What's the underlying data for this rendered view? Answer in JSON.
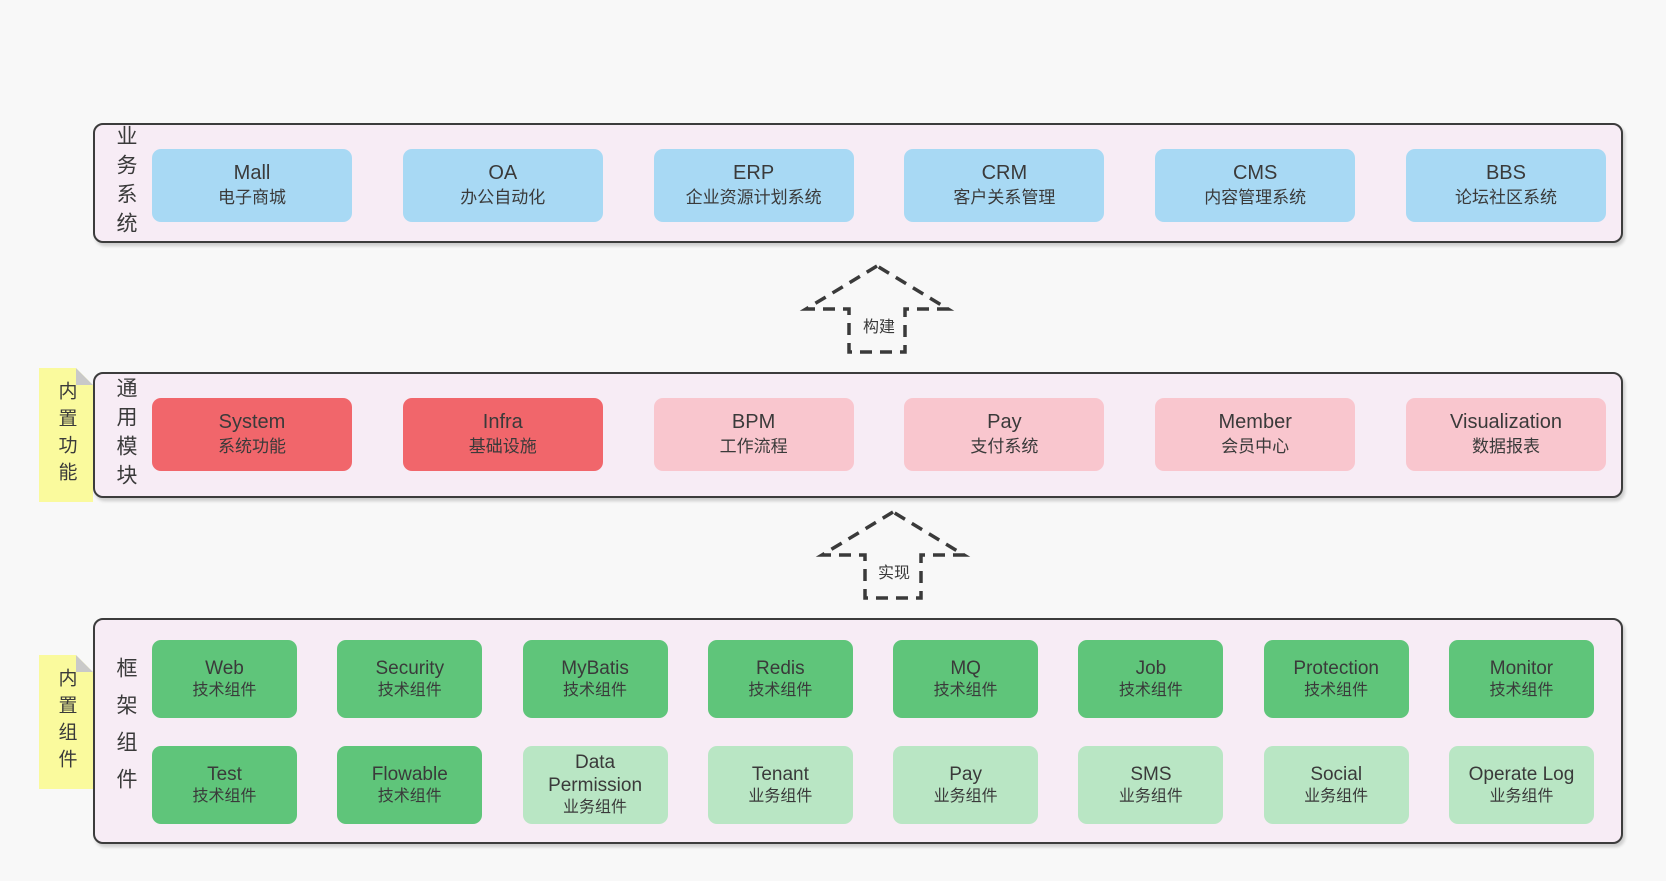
{
  "palette": {
    "blue": "#a8d9f4",
    "red": "#f1666b",
    "pink": "#f9c6ce",
    "green": "#5fc57a",
    "green_light": "#b9e6c4",
    "band_bg": "#f7ecf5",
    "border": "#3c3c3c",
    "sticky_yellow": "#fafa9d",
    "sticky_fold": "#c9c9c9",
    "page_bg": "#f8f8f8",
    "text": "#3a3a3a"
  },
  "arrows": [
    {
      "label": "构建"
    },
    {
      "label": "实现"
    }
  ],
  "layers": {
    "business": {
      "label": "业务系统",
      "boxes": [
        {
          "name": "Mall",
          "desc": "电子商城",
          "variant": "blue"
        },
        {
          "name": "OA",
          "desc": "办公自动化",
          "variant": "blue"
        },
        {
          "name": "ERP",
          "desc": "企业资源计划系统",
          "variant": "blue"
        },
        {
          "name": "CRM",
          "desc": "客户关系管理",
          "variant": "blue"
        },
        {
          "name": "CMS",
          "desc": "内容管理系统",
          "variant": "blue"
        },
        {
          "name": "BBS",
          "desc": "论坛社区系统",
          "variant": "blue"
        }
      ]
    },
    "modules": {
      "label": "通用模块",
      "sticky": "内置功能",
      "boxes": [
        {
          "name": "System",
          "desc": "系统功能",
          "variant": "red"
        },
        {
          "name": "Infra",
          "desc": "基础设施",
          "variant": "red"
        },
        {
          "name": "BPM",
          "desc": "工作流程",
          "variant": "pink"
        },
        {
          "name": "Pay",
          "desc": "支付系统",
          "variant": "pink"
        },
        {
          "name": "Member",
          "desc": "会员中心",
          "variant": "pink"
        },
        {
          "name": "Visualization",
          "desc": "数据报表",
          "variant": "pink"
        }
      ]
    },
    "components": {
      "label": "框架组件",
      "sticky": "内置组件",
      "row1": [
        {
          "name": "Web",
          "desc": "技术组件",
          "variant": "green"
        },
        {
          "name": "Security",
          "desc": "技术组件",
          "variant": "green"
        },
        {
          "name": "MyBatis",
          "desc": "技术组件",
          "variant": "green"
        },
        {
          "name": "Redis",
          "desc": "技术组件",
          "variant": "green"
        },
        {
          "name": "MQ",
          "desc": "技术组件",
          "variant": "green"
        },
        {
          "name": "Job",
          "desc": "技术组件",
          "variant": "green"
        },
        {
          "name": "Protection",
          "desc": "技术组件",
          "variant": "green"
        },
        {
          "name": "Monitor",
          "desc": "技术组件",
          "variant": "green"
        }
      ],
      "row2": [
        {
          "name": "Test",
          "desc": "技术组件",
          "variant": "green"
        },
        {
          "name": "Flowable",
          "desc": "技术组件",
          "variant": "green"
        },
        {
          "name": "Data Permission",
          "desc": "业务组件",
          "variant": "green_light"
        },
        {
          "name": "Tenant",
          "desc": "业务组件",
          "variant": "green_light"
        },
        {
          "name": "Pay",
          "desc": "业务组件",
          "variant": "green_light"
        },
        {
          "name": "SMS",
          "desc": "业务组件",
          "variant": "green_light"
        },
        {
          "name": "Social",
          "desc": "业务组件",
          "variant": "green_light"
        },
        {
          "name": "Operate Log",
          "desc": "业务组件",
          "variant": "green_light"
        }
      ]
    }
  }
}
